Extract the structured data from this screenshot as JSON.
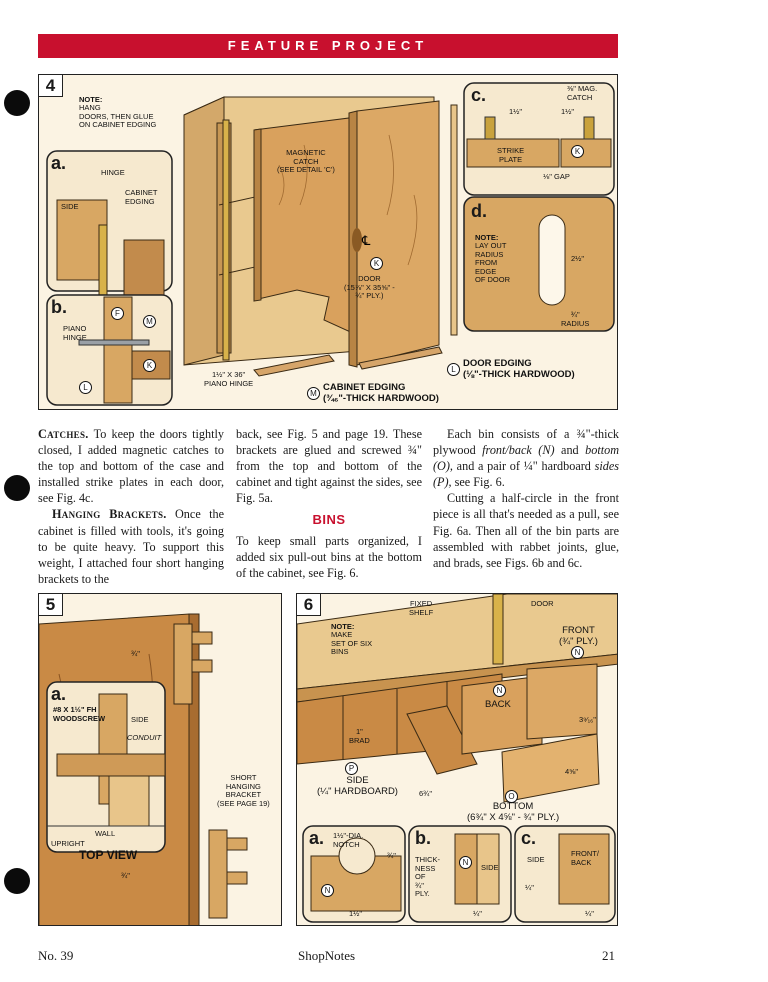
{
  "banner": "FEATURE PROJECT",
  "fig4": {
    "number": "4",
    "note_head": "NOTE:",
    "note_text": "HANG\nDOORS, THEN GLUE\nON CABINET EDGING",
    "magnetic_catch": "MAGNETIC\nCATCH\n(SEE DETAIL 'c')",
    "door_letter": "K",
    "door_label": "DOOR\n(15⅞\" x 35⅝\" -\n¾\" PLY.)",
    "hinge_size": "1½\" x 36\"\nPIANO HINGE",
    "cabinet_edging_letter": "M",
    "cabinet_edging": "CABINET EDGING\n(¾₆\"-THICK HARDWOOD)",
    "door_edging_letter": "L",
    "door_edging": "DOOR EDGING\n(⅛\"-THICK HARDWOOD)",
    "a": {
      "letter": "a.",
      "hinge": "HINGE",
      "side": "SIDE",
      "cabinet_edging": "CABINET\nEDGING"
    },
    "b": {
      "letter": "b.",
      "piano_hinge": "PIANO\nHINGE",
      "F": "F",
      "M": "M",
      "K": "K",
      "L": "L"
    },
    "c": {
      "letter": "c.",
      "mag_catch": "⅜\" MAG.\nCATCH",
      "dim1": "1½\"",
      "dim2": "1½\"",
      "strike": "STRIKE\nPLATE",
      "K": "K",
      "gap": "⅛\" GAP"
    },
    "d": {
      "letter": "d.",
      "note_head": "NOTE:",
      "note_text": "LAY OUT\nRADIUS\nFROM\nEDGE\nOF DOOR",
      "dim": "2½\"",
      "radius": "¾\"\nRADIUS"
    }
  },
  "columns": {
    "c1_p1_head": "Catches.",
    "c1_p1": " To keep the doors tightly closed, I added magnetic catches to the top and bottom of the case and installed strike plates in each door, see Fig. 4c.",
    "c1_p2_head": "Hanging Brackets.",
    "c1_p2": " Once the cabinet is filled with tools, it's going to be quite heavy. To support this weight, I attached four short hanging brackets to the",
    "c2_p1": "back, see Fig. 5 and page 19. These brackets are glued and screwed ¾\" from the top and bottom of the cabinet and tight against the sides, see Fig. 5a.",
    "c2_heading": "BINS",
    "c2_p2": "To keep small parts organized, I added six pull-out bins at the bottom of the cabinet, see Fig. 6.",
    "c3_p1a": "Each bin consists of a ¾\"-thick plywood ",
    "c3_p1_em1": "front/back (N)",
    "c3_p1b": " and ",
    "c3_p1_em2": "bottom (O),",
    "c3_p1c": " and a pair of ¼\" hardboard ",
    "c3_p1_em3": "sides (P),",
    "c3_p1d": " see Fig. 6.",
    "c3_p2": "Cutting a half-circle in the front piece is all that's needed as a pull, see Fig. 6a. Then all of the bin parts are assembled with rabbet joints, glue, and brads, see Figs. 6b and 6c."
  },
  "fig5": {
    "number": "5",
    "dim_top": "¾\"",
    "a_letter": "a.",
    "screw": "#8 x 1½\" Fh\nWOODSCREW",
    "side": "SIDE",
    "conduit": "CONDUIT",
    "wall": "WALL",
    "upright": "UPRIGHT",
    "top_view": "TOP VIEW",
    "bracket": "SHORT\nHANGING\nBRACKET\n(SEE PAGE 19)",
    "dim_bottom": "¾\""
  },
  "fig6": {
    "number": "6",
    "note_head": "NOTE:",
    "note_text": "MAKE\nSET OF SIX\nBINS",
    "fixed_shelf": "FIXED\nSHELF",
    "door": "DOOR",
    "front": "FRONT\n(¾\" PLY.)",
    "N": "N",
    "back": "BACK",
    "brad": "1\"\nBRAD",
    "P": "P",
    "side": "SIDE\n(¼\" HARDBOARD)",
    "dim_side": "6¾\"",
    "dim_height": "3⁹⁄₁₆\"",
    "dim_width": "4⅝\"",
    "O": "O",
    "bottom": "BOTTOM\n(6¾\" x 4⅝\" - ¾\" PLY.)",
    "a_letter": "a.",
    "a_notch": "1½\"-DIA.\nNOTCH",
    "a_dim1": "¾\"",
    "a_dim2": "1½\"",
    "b_letter": "b.",
    "b_thick": "THICK-\nNESS\nOF\n¾\"\nPLY.",
    "b_side": "SIDE",
    "b_dim": "¼\"",
    "c_letter": "c.",
    "c_side": "SIDE",
    "c_front": "FRONT/\nBACK",
    "c_dim1": "¼\"",
    "c_dim2": "¼\""
  },
  "footer": {
    "issue": "No. 39",
    "magazine": "ShopNotes",
    "page": "21"
  }
}
